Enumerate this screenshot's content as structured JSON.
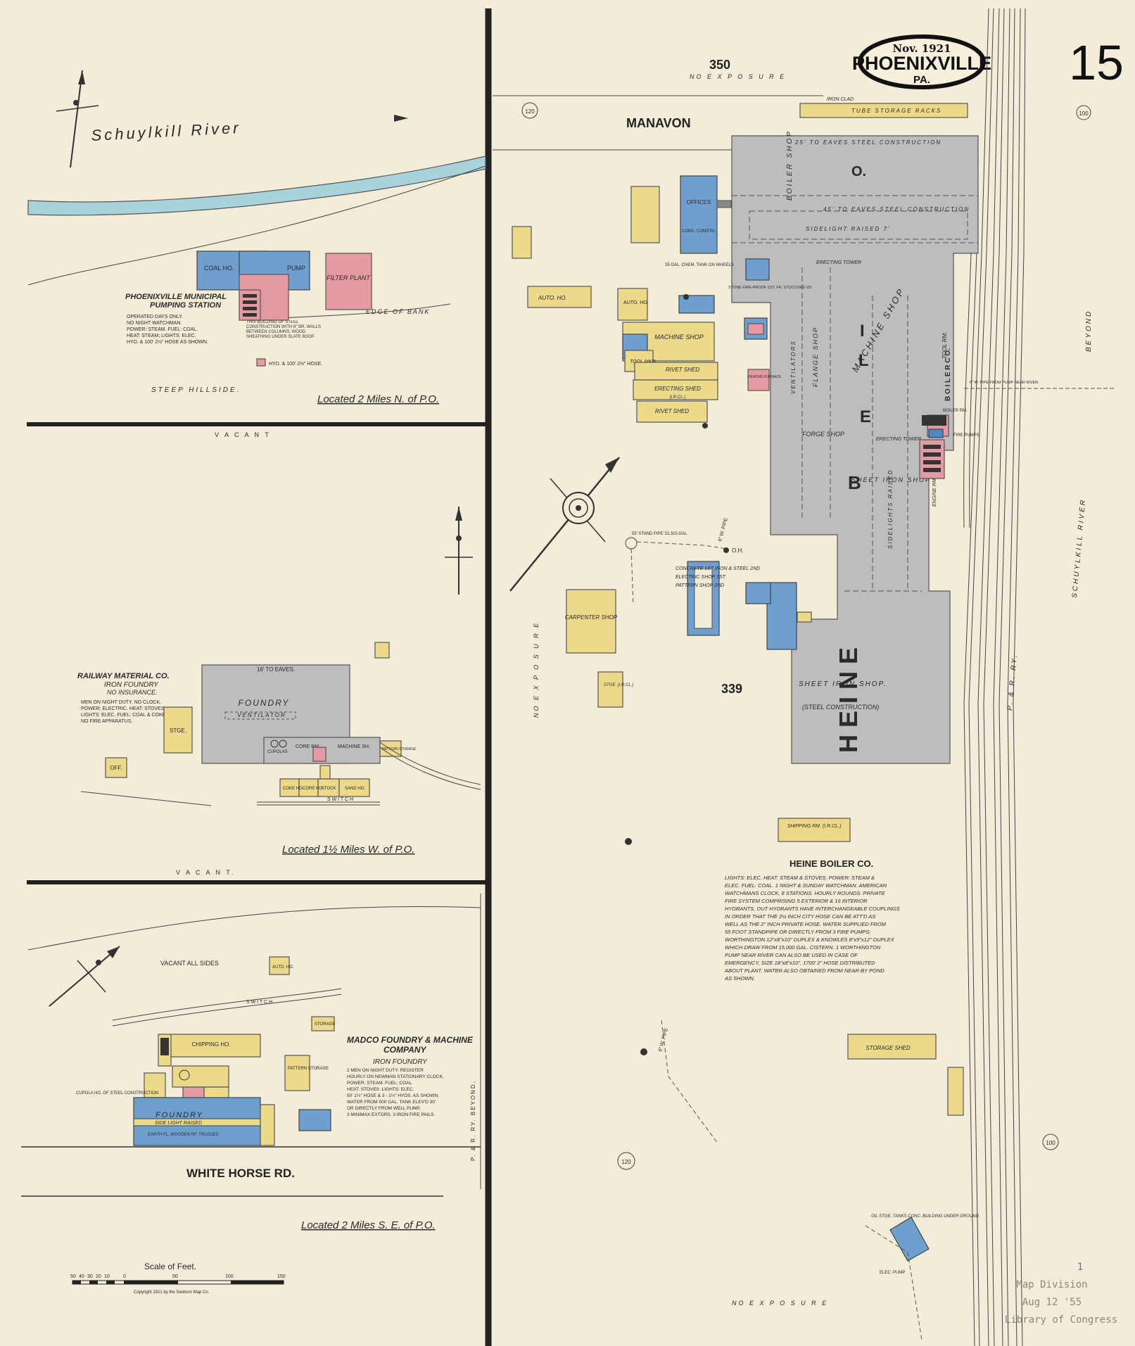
{
  "header": {
    "date": "Nov. 1921",
    "city": "PHOENIXVILLE",
    "state": "PA.",
    "sheet_number": "15"
  },
  "panel_north": {
    "river": "Schuylkill   River",
    "station_title_1": "PHOENIXVILLE MUNICIPAL",
    "station_title_2": "PUMPING STATION",
    "station_notes": [
      "OPERATED DAYS ONLY.",
      "NO NIGHT WATCHMAN.",
      "POWER: STEAM. FUEL: COAL.",
      "HEAT: STEAM; LIGHTS: ELEC.",
      "HYD. & 100' 2½\" HOSE AS SHOWN."
    ],
    "coal_ho": "COAL HO.",
    "pump": "PUMP",
    "filter_plant": "FILTER PLANT",
    "building_note": "THIS BUILDING OF STEEL CONSTRUCTION WITH 8\" BR. WALLS BETWEEN COLUMNS. WOOD SHEATHING UNDER SLATE ROOF.",
    "hyd": "HYD. & 100' 2½\" HOSE.",
    "hillside": "STEEP          HILLSIDE.",
    "edge": "EDGE  OF  BANK",
    "located": "Located 2 Miles N. of P.O."
  },
  "panel_middle": {
    "vacant_top": "V  A  C  A  N  T",
    "vacant_bottom": "V  A  C  A  N  T.",
    "company_1": "RAILWAY MATERIAL CO.",
    "company_2": "IRON FOUNDRY",
    "company_3": "NO INSURANCE.",
    "notes": [
      "MEN ON NIGHT DUTY. NO CLOCK.",
      "POWER: ELECTRIC. HEAT: STOVES.",
      "LIGHTS: ELEC. FUEL: COAL & COKE.",
      "NO FIRE APPARATUS."
    ],
    "eaves": "16' TO EAVES.",
    "foundry": "FOUNDRY",
    "ventilator": "VENTILATOR",
    "cupolas": "CUPOLAS",
    "core_rm": "CORE RM.",
    "machine_sh": "MACHINE SH.",
    "pattern_storage": "PATTERN STORAGE",
    "coke_ho": "COKE HO.",
    "core_ho": "CORE HO.",
    "stock": "STOCK",
    "sand_ho": "SAND HO.",
    "stge": "STGE.",
    "off": "OFF.",
    "switch": "S W I T C H",
    "located": "Located 1½ Miles W. of P.O."
  },
  "panel_south": {
    "vacant_all": "VACANT  ALL  SIDES",
    "auto_ho": "AUTO. HO.",
    "switch": "S W I T C H",
    "company_1": "MADCO FOUNDRY & MACHINE",
    "company_2": "COMPANY",
    "company_3": "IRON FOUNDRY",
    "notes": [
      "2 MEN ON NIGHT DUTY. REGISTER",
      "HOURLY ON NEWMAN STATIONARY CLOCK.",
      "POWER: STEAM. FUEL: COAL.",
      "HEAT: STOVES. LIGHTS: ELEC.",
      "50' 1½\" HOSE & 3 - 1½\" HYDS. AS SHOWN.",
      "WATER FROM 500 GAL. TANK ELEV'D 30'",
      "OR DIRECTLY FROM WELL PUMP.",
      "3 MINIMAX EXTGRS. 3 IRON FIRE PAILS."
    ],
    "cupola_note": "CUPOLA HO. OF STEEL CONSTRUCTION",
    "chipping": "CHIPPING HO.",
    "foundry": "FOUNDRY",
    "side_light": "SIDE LIGHT RAISED",
    "earth_fl": "EARTH FL. WOODEN RF. TRUSSES",
    "pattern_storage": "PATTERN STORAGE",
    "storage": "STORAGE",
    "road": "WHITE HORSE   RD.",
    "railway": "P. & R. RY.     BEYOND.",
    "located": "Located 2 Miles S. E. of P.O."
  },
  "main_panel": {
    "block_350": "350",
    "block_339": "339",
    "no_exposure_top": "NO    E X P O S U R E",
    "no_exposure_left": "NO    E X P O S U R E",
    "no_exposure_bottom": "NO    E X P O S U R E",
    "street": "MANAVON",
    "iron_clad": "IRON CLAD",
    "tube_storage": "TUBE  STORAGE  RACKS",
    "steel_constr_1": "25' TO EAVES   STEEL  CONSTRUCTION",
    "steel_constr_2": "45' TO EAVES   STEEL  CONSTRUCTION",
    "sidelight_raised": "SIDELIGHT   RAISED  7'",
    "boiler_shop": "BOILER   SHOP",
    "machine_shop_vert": "MACHINE  SHOP",
    "company_letters_1": "H   E   I   N   E",
    "company_letters_2": "B  O  I  L  E  R     C  O.",
    "offices": "OFFICES",
    "conc_constr": "CONC. CONSTN.",
    "chem_tank": "35 GAL. CHEM. TANK ON WHEELS",
    "auto_ho_1": "AUTO. HO.",
    "auto_ho_2": "AUTO. HO.",
    "machine_shop": "MACHINE SHOP",
    "tool_mkg": "TOOL MKG.",
    "rivet_shed_1": "RIVET SHED",
    "erecting_shed": "ERECTING SHED",
    "rivet_shed_2": "RIVET SHED",
    "iron_clad_short": "(I.R.CL.)",
    "erecting_tower": "ERECTING TOWER",
    "flange_shop": "FLANGE  SHOP",
    "forge_shop": "FORGE SHOP",
    "ventilators": "VENTILATORS",
    "sheet_iron_shop_1": "SHEET IRON SHOP",
    "sheet_iron_shop_2": "SHEET IRON SHOP.",
    "steel_construction": "(STEEL CONSTRUCTION)",
    "sidelights_raised": "SIDELIGHTS  RAISED",
    "tool_rm": "TOOL RM.",
    "engine_rm": "ENGINE RM. 1E.P.",
    "stone_fireproof": "STONE FIRE-PROOF 1ST. FR. STUCCOED 2D.",
    "heating_furnace": "HEATING FURNACE",
    "stand_pipe": "55' STAND PIPE 32,315 GAL.",
    "gw_pipe": "6\" W. PIPE",
    "oh": "O.H.",
    "concrete": "CONCRETE 1ST IRON & STEEL 2ND",
    "electric_shop": "ELECTRIC SHOP 1ST",
    "pattern_shop": "PATTERN SHOP 2ND",
    "carpenter_shop": "CARPENTER SHOP",
    "stge": "STGE. (I.R.CL.)",
    "boiler_rm": "BOILER RM.",
    "fire_pumps": "FIRE PUMPS",
    "shipping_rm": "SHIPPING RM. (I.R.CL.)",
    "storage_shed": "STORAGE SHED",
    "oil_tanks": "OIL STGE. TANKS CONC. BUILDING UNDER GROUND.",
    "elec_pump": "ELEC. PUMP",
    "pipe_river": "6\" W. PIPE FROM PUMP NEAR RIVER.",
    "pr_ry": "P. & R.  RY.",
    "schuylkill": "SCHUYLKILL      RIVER",
    "beyond": "BEYOND",
    "main_100": "100",
    "main_120": "120",
    "company": "HEINE BOILER CO.",
    "notes": [
      "LIGHTS: ELEC. HEAT: STEAM & STOVES. POWER: STEAM &",
      "ELEC. FUEL: COAL. 1 NIGHT & SUNDAY WATCHMAN. AMERICAN",
      "WATCHMANS CLOCK, 8 STATIONS. HOURLY ROUNDS. PRIVATE",
      "FIRE SYSTEM COMPRISING 5 EXTERIOR & 16 INTERIOR",
      "HYDRANTS, OUT HYDRANTS HAVE INTERCHANGEABLE COUPLINGS",
      "IN ORDER THAT THE 2½ INCH CITY HOSE CAN BE ATT'D AS",
      "WELL AS THE 2\" INCH PRIVATE HOSE. WATER SUPPLIED FROM",
      "55 FOOT STANDPIPE OR DIRECTLY FROM 3 FIRE PUMPS:",
      "WORTHINGTON 12\"x8\"x10\" DUPLEX & KNOWLES 8\"x5\"x12\" DUPLEX",
      "WHICH DRAW FROM 15,000 GAL. CISTERN. 1 WORTHINGTON",
      "PUMP NEAR RIVER CAN ALSO BE USED IN CASE OF",
      "EMERGENCY, SIZE 18\"x8\"x10\". 1700' 2\" HOSE DISTRIBUTED",
      "ABOUT PLANT. WATER ALSO OBTAINED FROM NEAR-BY POND",
      "AS SHOWN."
    ]
  },
  "scale": {
    "title": "Scale of Feet.",
    "ticks": [
      "50",
      "40",
      "30",
      "20",
      "10",
      "0",
      "50",
      "100",
      "150"
    ],
    "copyright": "Copyright 1921 by the Sanborn Map Co."
  },
  "stamp": {
    "line1": "Map Division",
    "line2": "Aug 12 '55",
    "line3": "Library of Congress",
    "number": "1"
  },
  "colors": {
    "paper": "#f3ecd8",
    "frame": "#222222",
    "frame_wood": "#ecd98a",
    "brick": "#e59aa3",
    "stone_concrete": "#6f9fcf",
    "iron_steel": "#bdbdbd",
    "river": "#a9d3dc"
  }
}
